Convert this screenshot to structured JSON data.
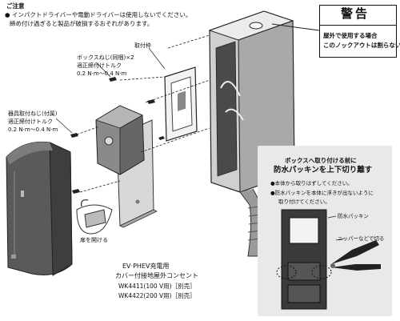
{
  "note": {
    "title": "ご注意",
    "line1": "● インパクトドライバーや電動ドライバーは使用しないでください。",
    "line2": "締め付け過ぎると製品が破損するおそれがあります。"
  },
  "warning": {
    "title": "警告",
    "line1": "屋外で使用する場合",
    "line2": "このノックアウトは割らない"
  },
  "labels": {
    "frame": "取付枠",
    "box_screw_1": "ボックスねじ(同梱)×2",
    "box_screw_2": "適正締付けトルク",
    "box_screw_3": "0.2 N·m〜0.4 N·m",
    "cover_screw_1": "器具取付ねじ(付属)",
    "cover_screw_2": "適正締付けトルク",
    "cover_screw_3": "0.2 N·m〜0.4 N·m",
    "open_lid": "扉を開ける"
  },
  "cutout": {
    "heading": "ボックスへ取り付ける前に",
    "title": "防水パッキンを上下切り離す",
    "bullet1": "●本体から取りはずしてください。",
    "bullet2": "●防水パッキンを本体に浮きが出ないように",
    "bullet3": "取り付けてください。",
    "gasket_label": "防水パッキン",
    "nipper_label": "ニッパーなどで切る"
  },
  "product": {
    "line1": "EV·PHEV充電用",
    "line2": "カバー付接地屋外コンセント",
    "line3": "WK4411(100 V用)［別売］",
    "line4": "WK4422(200 V用)［別売］"
  }
}
